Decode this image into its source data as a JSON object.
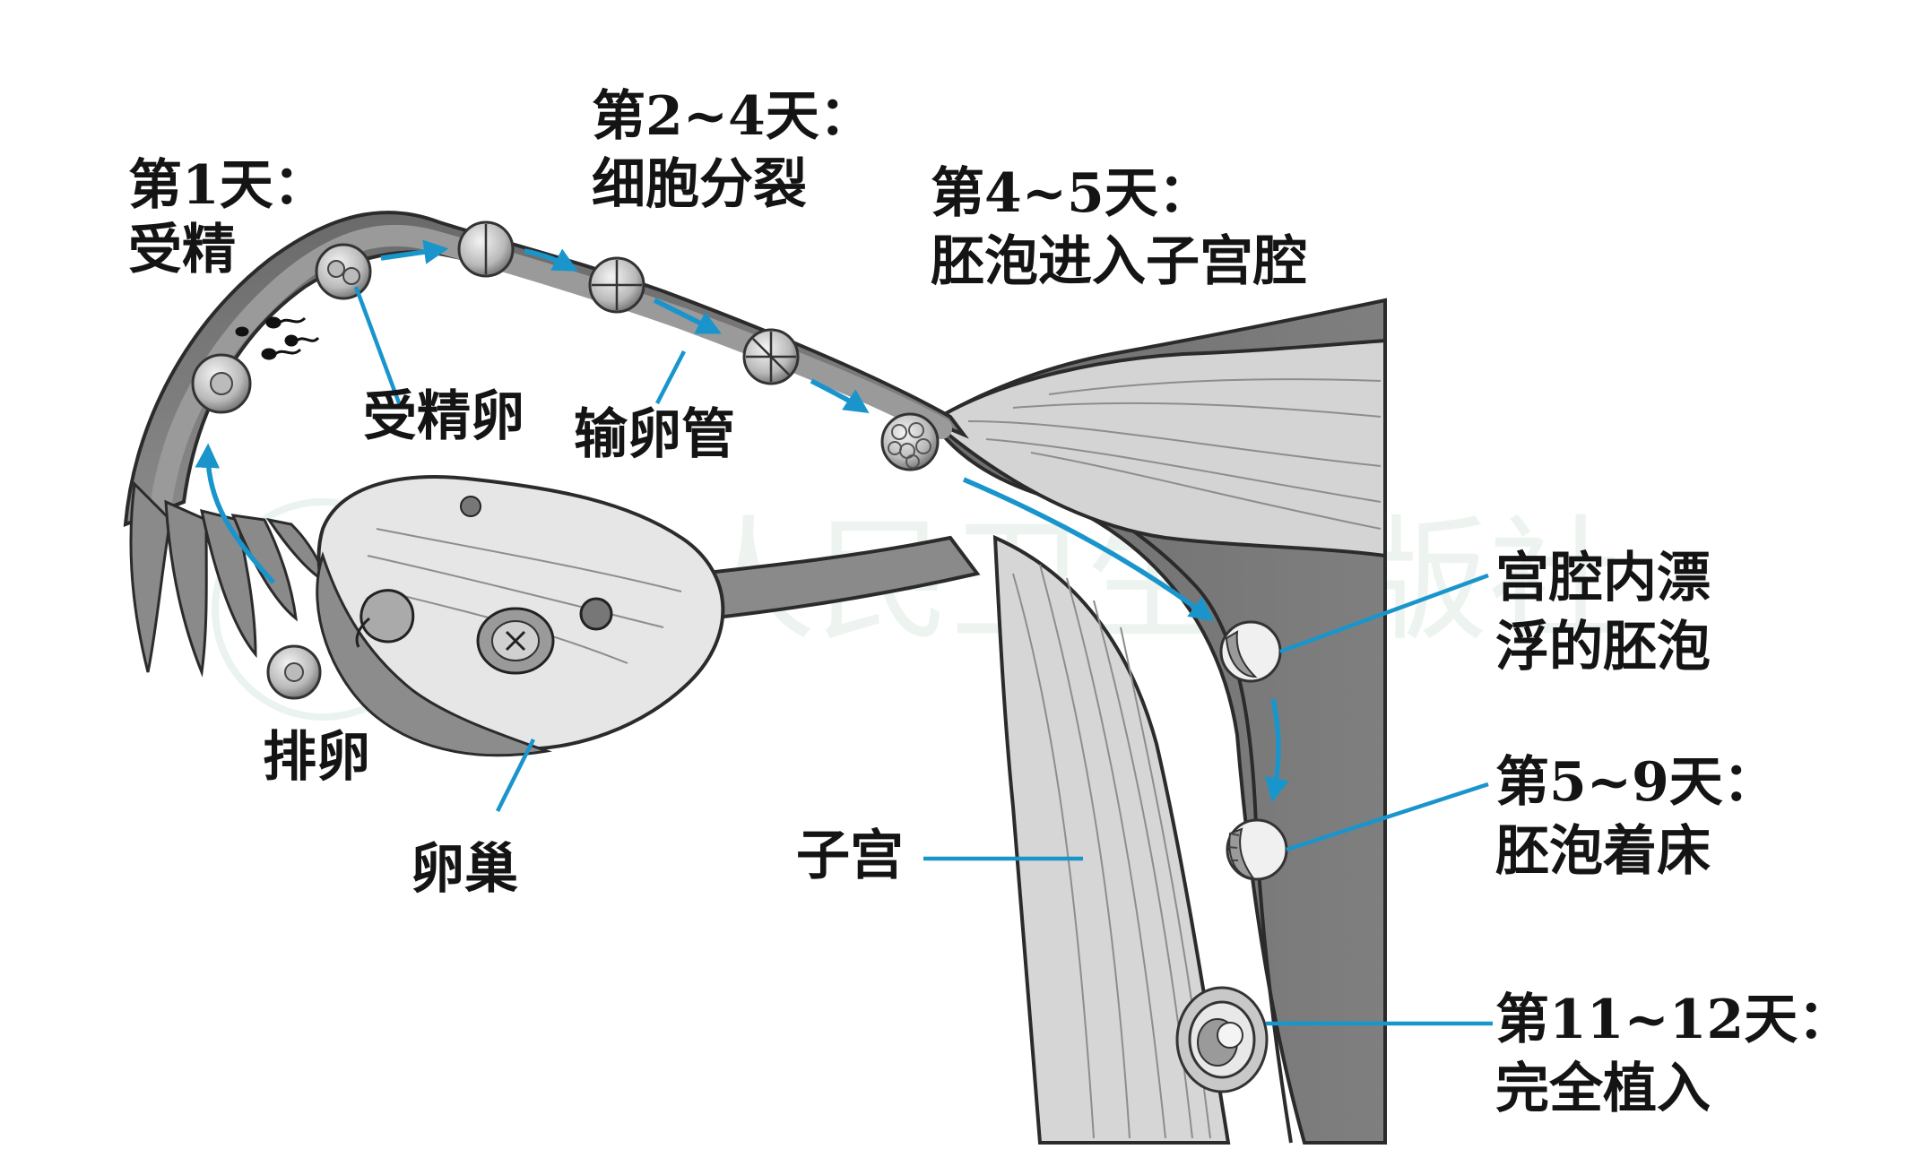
{
  "labels": {
    "day1_title": "第1天：",
    "day1_desc": "受精",
    "day24_title": "第2~4天：",
    "day24_desc": "细胞分裂",
    "day45_title": "第4~5天：",
    "day45_desc": "胚泡进入子宫腔",
    "zygote": "受精卵",
    "oviduct": "输卵管",
    "ovulation": "排卵",
    "ovary": "卵巢",
    "uterus": "子宫",
    "floating_l1": "宫腔内漂",
    "floating_l2": "浮的胚泡",
    "day59_title": "第5~9天：",
    "day59_desc": "胚泡着床",
    "day1112_title": "第11~12天：",
    "day1112_desc": "完全植入"
  },
  "colors": {
    "accent": "#1a95cc",
    "text": "#141414",
    "tissue_dark": "#6f6f6f",
    "tissue_light": "#dcdcdc",
    "background": "#ffffff"
  }
}
